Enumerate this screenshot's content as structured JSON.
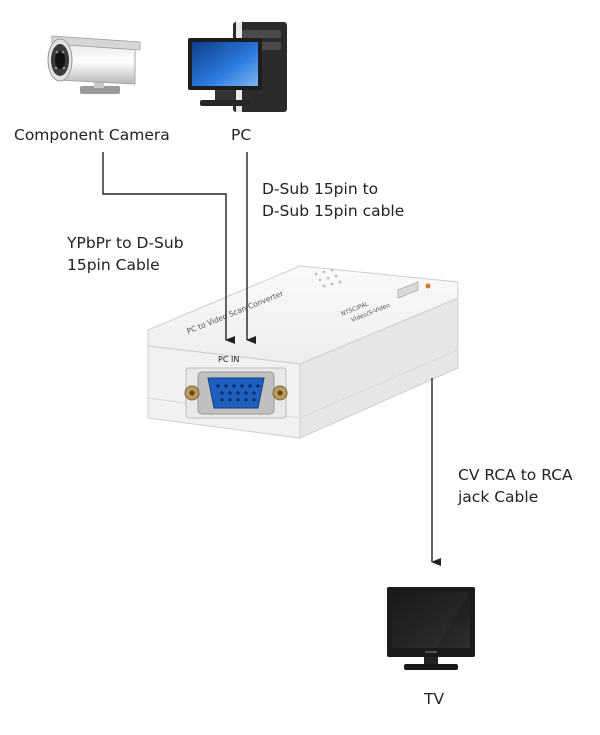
{
  "devices": {
    "camera": {
      "label": "Component Camera",
      "icon": "security-camera-icon"
    },
    "pc": {
      "label": "PC",
      "icon": "desktop-pc-icon"
    },
    "converter": {
      "port_label": "PC IN",
      "top_text": "PC to Video Scan Converter",
      "switch_text_1": "NTSC/PAL",
      "switch_text_2": "Video/S-Video"
    },
    "tv": {
      "label": "TV",
      "icon": "television-icon"
    }
  },
  "cables": {
    "pc_cable": {
      "line1": "D-Sub 15pin to",
      "line2": "D-Sub 15pin cable"
    },
    "camera_cable": {
      "line1": "YPbPr to D-Sub",
      "line2": "15pin Cable"
    },
    "tv_cable": {
      "line1": "CV RCA to RCA",
      "line2": "jack Cable"
    }
  },
  "colors": {
    "line": "#222222",
    "device_body": "#f4f4f4",
    "port_blue": "#1f5fbf",
    "screen_blue": "#2a6fd6"
  }
}
